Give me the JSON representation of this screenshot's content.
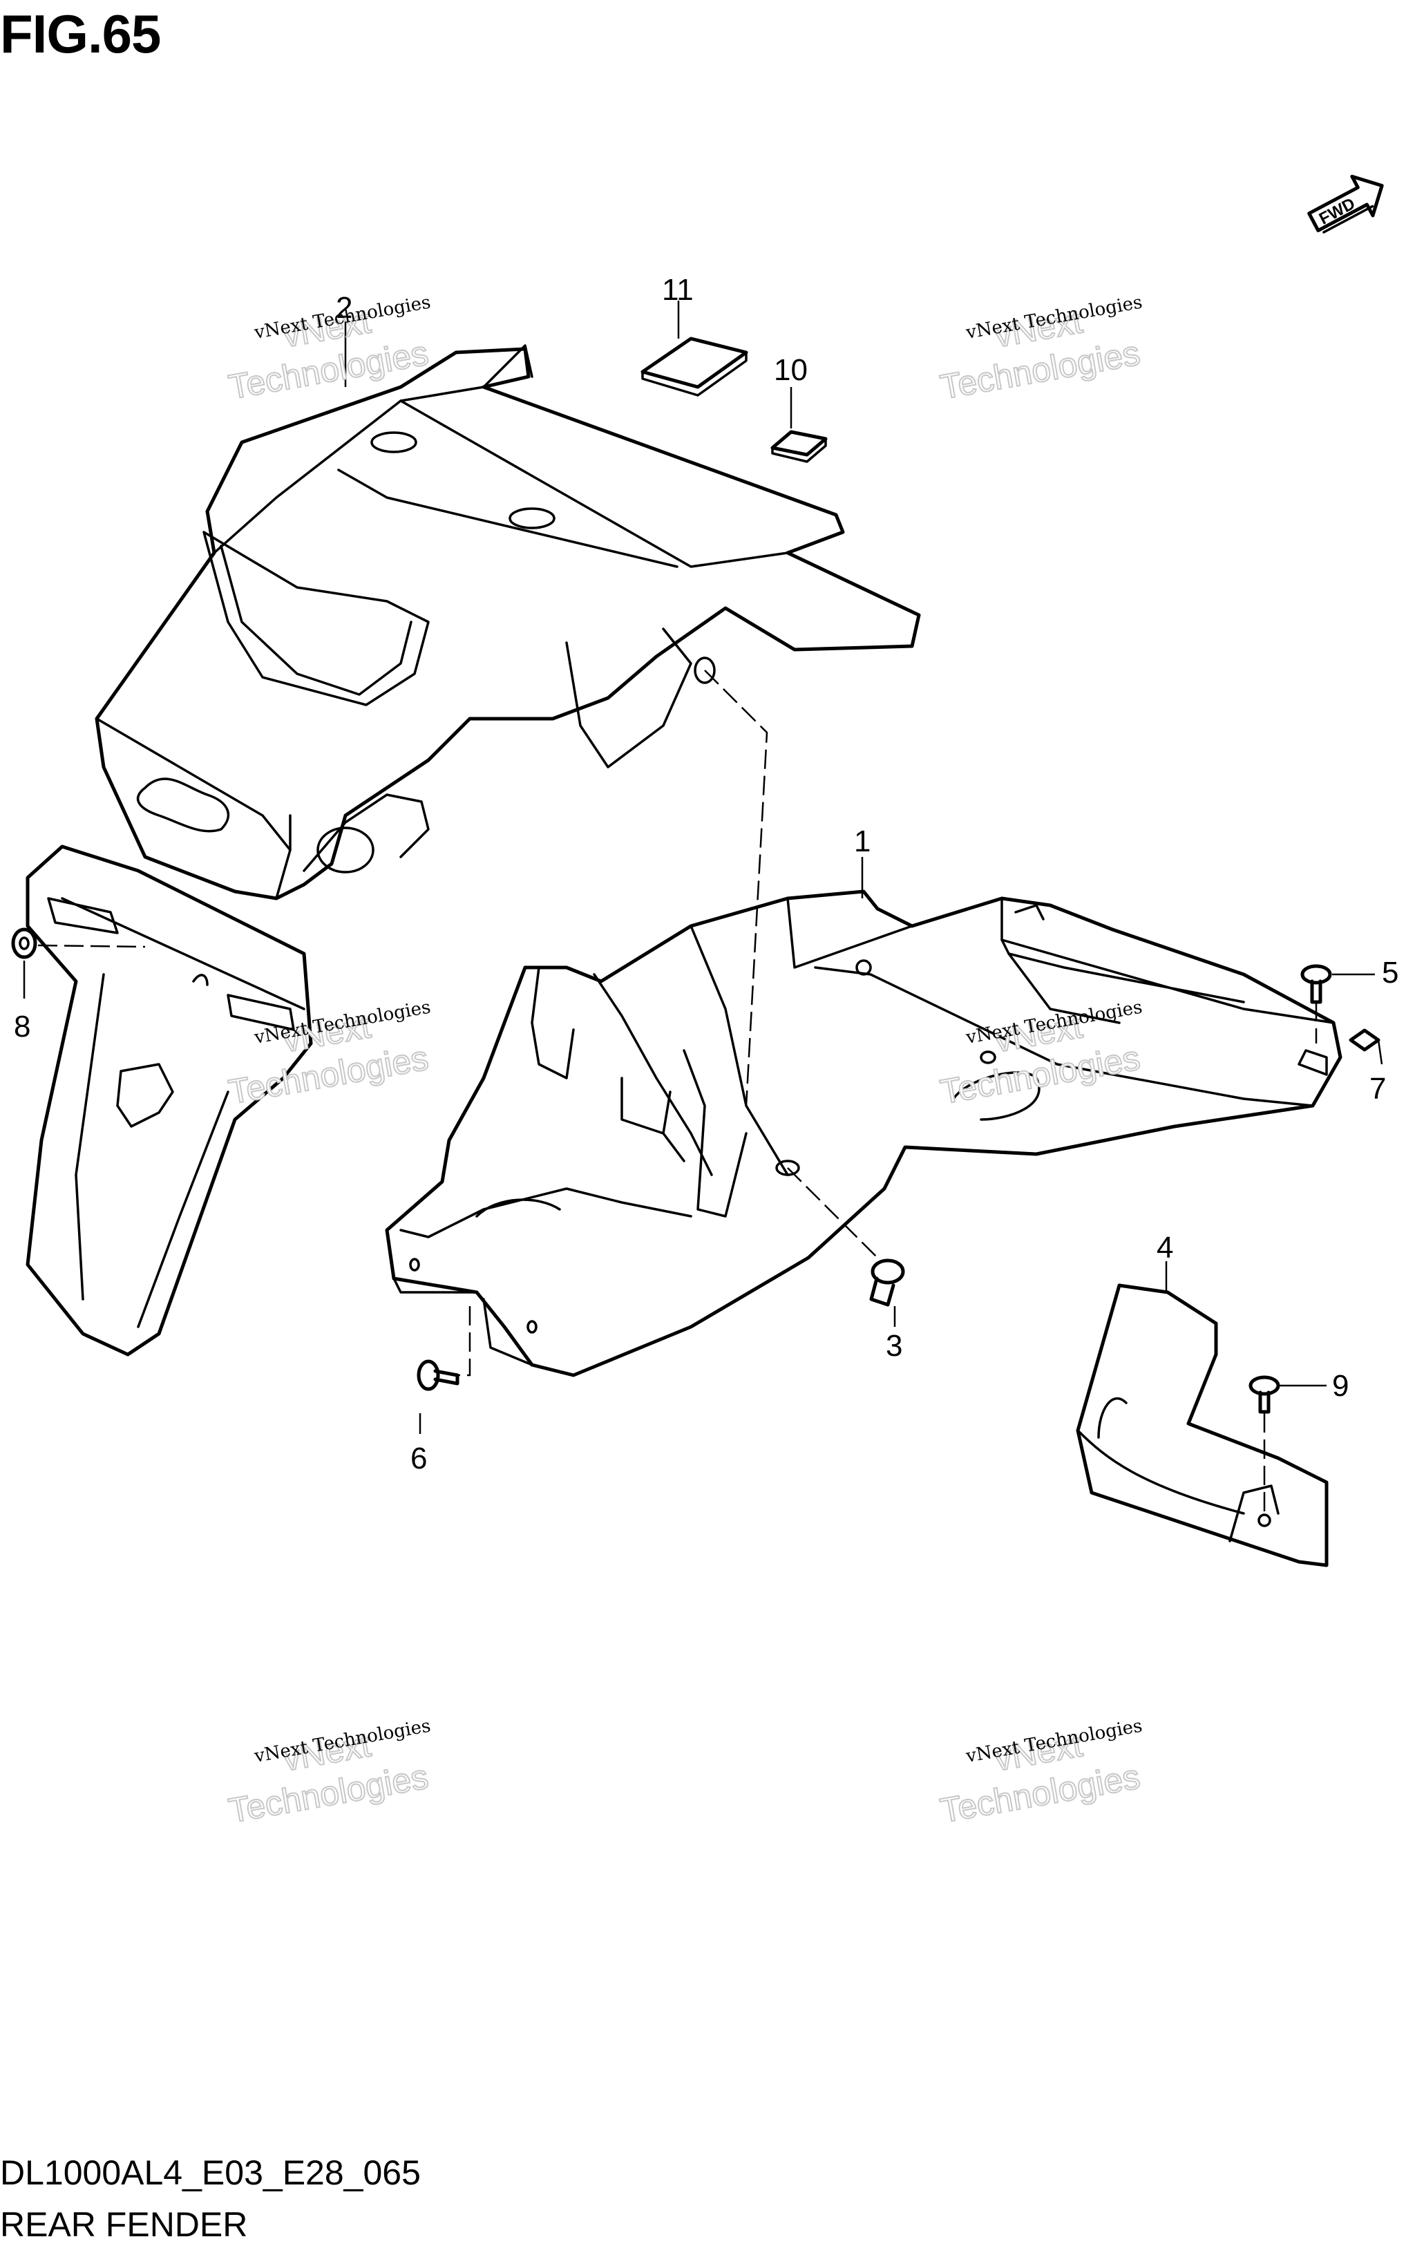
{
  "header": {
    "title": "FIG.65"
  },
  "footer": {
    "model_code": "DL1000AL4_E03_E28_065",
    "caption": "REAR FENDER"
  },
  "direction_badge": {
    "label": "FWD",
    "icon": "forward-arrow-icon"
  },
  "watermark": {
    "line1": "vNext Technologies",
    "line2": "vNext",
    "line3": "Technologies"
  },
  "callouts": [
    "1",
    "2",
    "3",
    "4",
    "5",
    "6",
    "7",
    "8",
    "9",
    "10",
    "11"
  ]
}
